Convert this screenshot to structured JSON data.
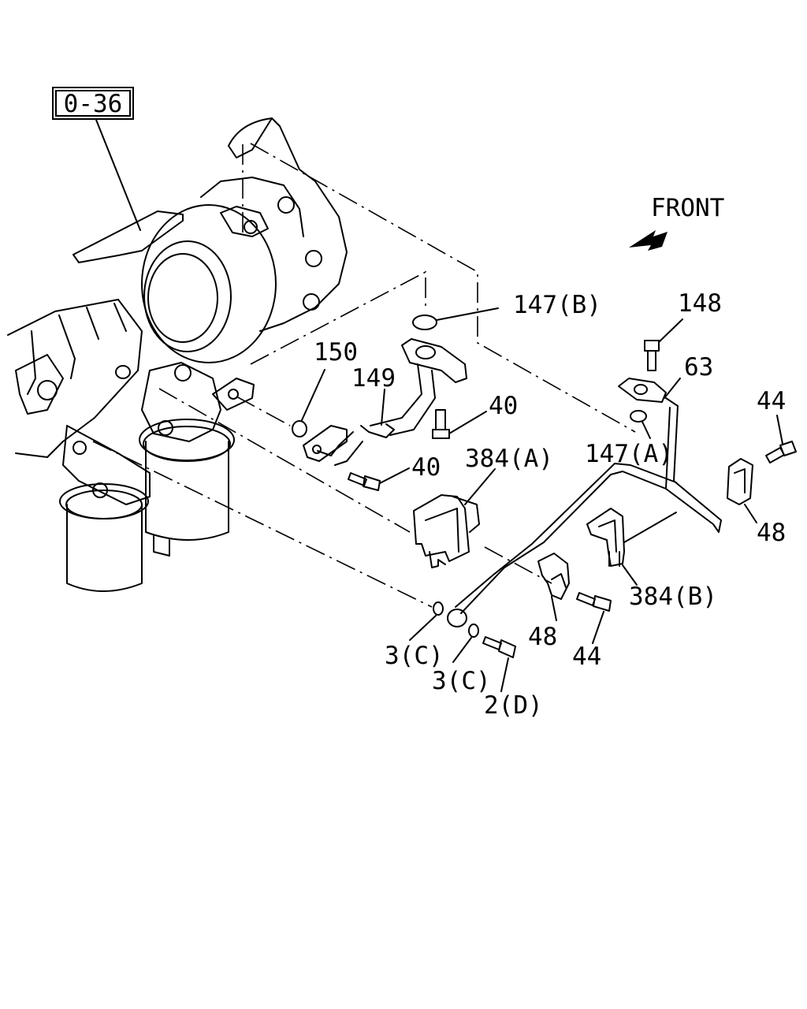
{
  "reference": "0-36",
  "front_label": "FRONT",
  "callouts": {
    "c147B": "147(B)",
    "c148": "148",
    "c150": "150",
    "c149": "149",
    "c63": "63",
    "c40a": "40",
    "c44a": "44",
    "c40b": "40",
    "c384A": "384(A)",
    "c147A": "147(A)",
    "c48a": "48",
    "c384B": "384(B)",
    "c3Ca": "3(C)",
    "c48b": "48",
    "c44b": "44",
    "c3Cb": "3(C)",
    "c2D": "2(D)"
  },
  "icons": {
    "front": "front-arrow-icon"
  }
}
